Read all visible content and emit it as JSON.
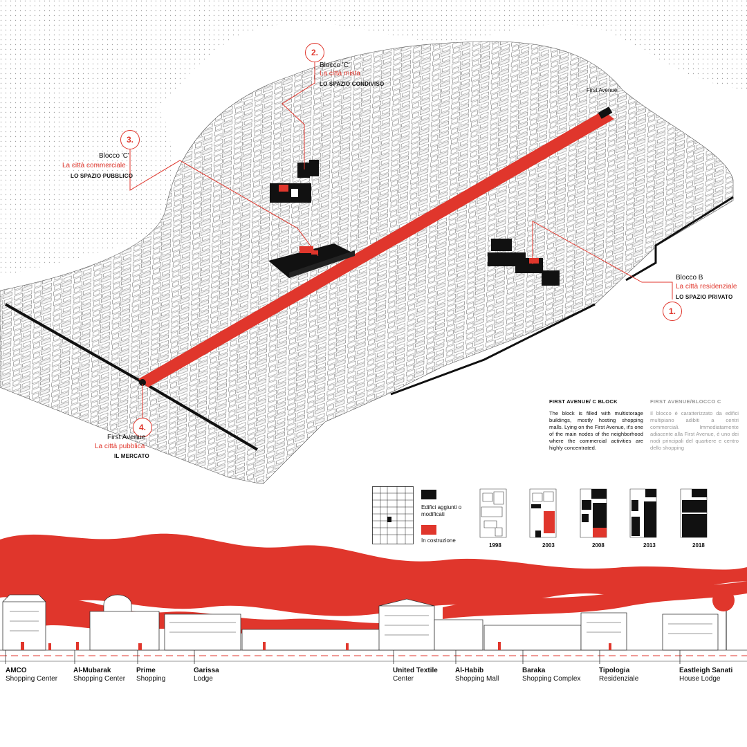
{
  "callouts": {
    "c2": {
      "number": "2.",
      "title": "Blocco 'C'",
      "subtitle": "La città mista",
      "caption": "LO SPAZIO CONDIVISO"
    },
    "c3": {
      "number": "3.",
      "title": "Blocco 'C'",
      "subtitle": "La città commerciale",
      "caption": "LO SPAZIO PUBBLICO"
    },
    "c1": {
      "number": "1.",
      "title": "Blocco B",
      "subtitle": "La città residenziale",
      "caption": "LO SPAZIO PRIVATO"
    },
    "c4": {
      "number": "4.",
      "title": "First Avenue",
      "subtitle": "La città pubblica",
      "caption": "IL MERCATO"
    }
  },
  "street_label": "First Avenue",
  "description": {
    "en_title": "FIRST AVENUE/ C BLOCK",
    "en_text": "The block is filled with multistorage buildings, mostly hosting shopping malls. Lying on the First Avenue, it's one of the main nodes of the neighborhood where the commercial activities are highly concentrated.",
    "it_title": "FIRST AVENUE/BLOCCO C",
    "it_text": "Il blocco è caratterizzato da edifici multipiano adibiti a centri commerciali. Immediatamente adiacente alla First Avenue, è uno dei nodi principali del quartiere e centro dello shopping"
  },
  "legend": {
    "added": "Edifici aggiunti o modificati",
    "construction": "In costruzione"
  },
  "timeline": [
    "1998",
    "2003",
    "2008",
    "2013",
    "2018"
  ],
  "buildings": [
    {
      "name": "AMCO",
      "type": "Shopping Center"
    },
    {
      "name": "Al-Mubarak",
      "type": "Shopping Center"
    },
    {
      "name": "Prime",
      "type": "Shopping"
    },
    {
      "name": "Garissa",
      "type": "Lodge"
    },
    {
      "name": "United Textile",
      "type": "Center"
    },
    {
      "name": "Al-Habib",
      "type": "Shopping Mall"
    },
    {
      "name": "Baraka",
      "type": "Shopping Complex"
    },
    {
      "name": "Tipologia",
      "type": "Residenziale"
    },
    {
      "name": "Eastleigh Sanati",
      "type": "House Lodge"
    }
  ],
  "colors": {
    "accent": "#e0362c",
    "ink": "#111111"
  }
}
